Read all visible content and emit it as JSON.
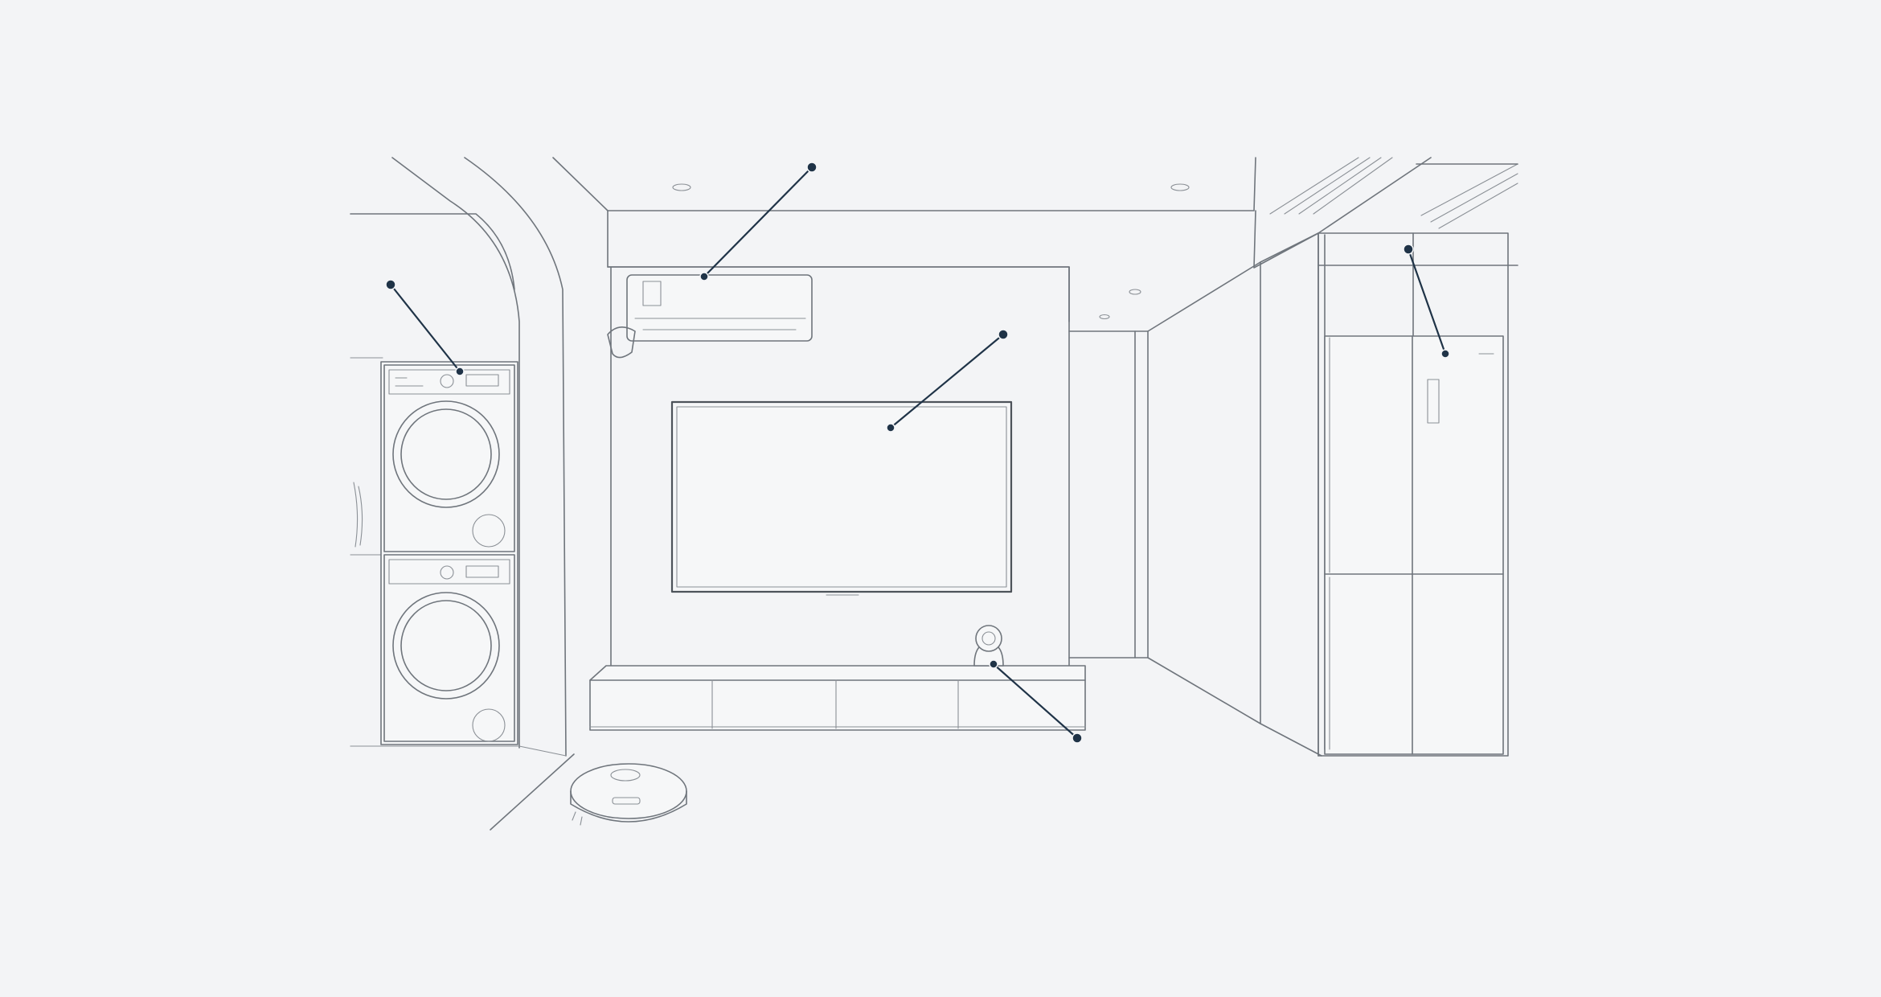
{
  "colors": {
    "background": "#f3f4f6",
    "sketch_line": "#6f757c",
    "callout": "#1f3347"
  },
  "callouts": [
    {
      "id": "washer-dryer",
      "icon": "washer-dryer-hotspot"
    },
    {
      "id": "air-conditioner",
      "icon": "air-conditioner-hotspot"
    },
    {
      "id": "television",
      "icon": "television-hotspot"
    },
    {
      "id": "smart-camera",
      "icon": "smart-camera-hotspot"
    },
    {
      "id": "refrigerator",
      "icon": "refrigerator-hotspot"
    }
  ]
}
